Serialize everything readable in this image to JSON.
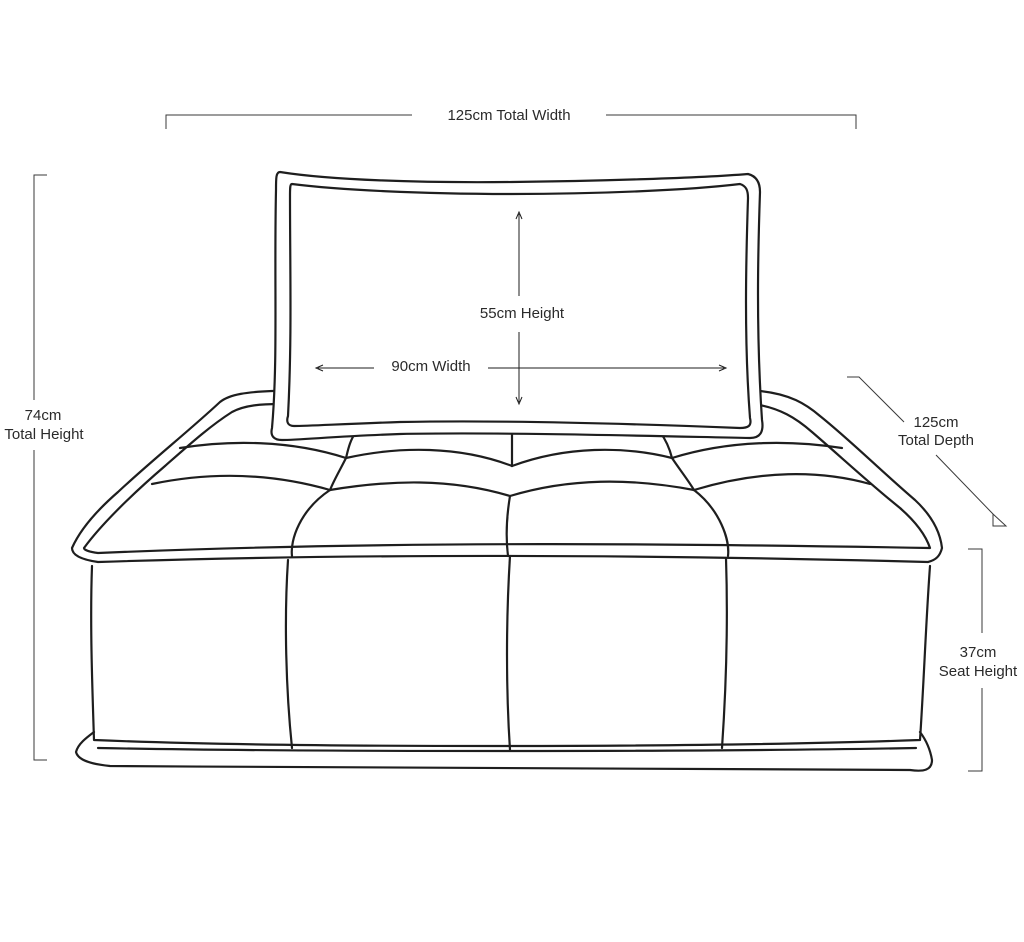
{
  "dimensions": {
    "total_width": "125cm Total Width",
    "pillow_height": "55cm Height",
    "pillow_width": "90cm Width",
    "total_height_value": "74cm",
    "total_height_label": "Total Height",
    "total_depth_value": "125cm",
    "total_depth_label": "Total Depth",
    "seat_height_value": "37cm",
    "seat_height_label": "Seat Height"
  },
  "colors": {
    "ink": "#1e1e1e",
    "background": "#ffffff"
  }
}
